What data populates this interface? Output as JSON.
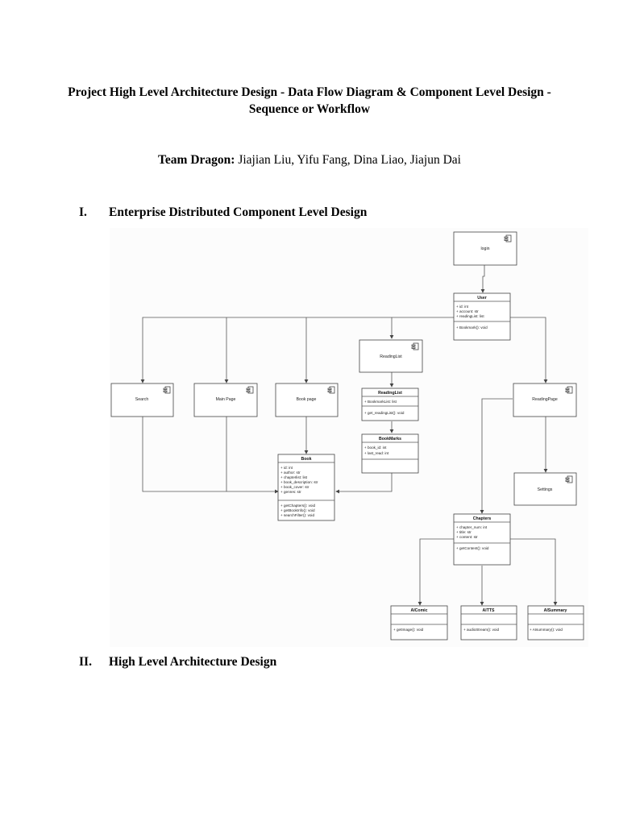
{
  "document": {
    "title_line1": "Project High Level Architecture Design - Data Flow Diagram & Component Level Design -",
    "title_line2": "Sequence or Workflow",
    "team_label": "Team Dragon:",
    "team_members": " Jiajian Liu, Yifu Fang, Dina Liao, Jiajun Dai",
    "sections": [
      {
        "number": "I.",
        "title": "Enterprise Distributed Component Level Design"
      },
      {
        "number": "II.",
        "title": "High Level Architecture Design"
      }
    ]
  },
  "diagram": {
    "components": {
      "login": "login",
      "readinglist_comp": "ReadingList",
      "search": "Search",
      "main_page": "Main Page",
      "book_page": "Book page",
      "reading_page": "ReadingPage",
      "settings": "Settings"
    },
    "classes": {
      "user": {
        "name": "User",
        "attrs": [
          "+ id: int",
          "+ account: str",
          "+ readingList: list"
        ],
        "methods": [
          "+ Bookmark(): void"
        ]
      },
      "readinglist": {
        "name": "ReadingList",
        "attrs": [
          "+ BookmarkList: list"
        ],
        "methods": [
          "+ get_readingList(): void"
        ]
      },
      "bookmarks": {
        "name": "BookMarks",
        "attrs": [
          "+ book_id: int",
          "+ last_read: int"
        ],
        "methods": []
      },
      "book": {
        "name": "Book",
        "attrs": [
          "+ id: int",
          "+ author: str",
          "+ chapterlist: list",
          "+ book_description: str",
          "+ book_cover: str",
          "+ genres: str"
        ],
        "methods": [
          "+ getChapters(): void",
          "+ getBookInfo(): void",
          "+ searchFilter(): void"
        ]
      },
      "chapters": {
        "name": "Chapters",
        "attrs": [
          "+ chapter_num: int",
          "+ title: str",
          "+ content: str"
        ],
        "methods": [
          "+ getContent(): void"
        ]
      },
      "aicomic": {
        "name": "AIComic",
        "attrs": [],
        "methods": [
          "+ getImage(): void"
        ]
      },
      "aitts": {
        "name": "AITTS",
        "attrs": [],
        "methods": [
          "+ audioStream(): void"
        ]
      },
      "aisummary": {
        "name": "AISummary",
        "attrs": [],
        "methods": [
          "+ AIsummary(): void"
        ]
      }
    }
  }
}
